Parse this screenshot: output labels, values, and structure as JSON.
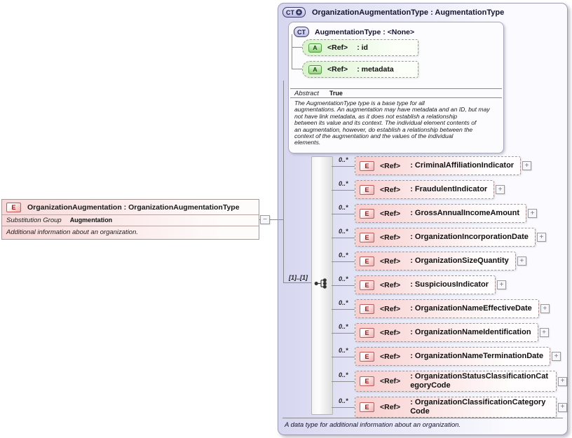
{
  "icons": {
    "collapse": "−",
    "expand": "+"
  },
  "colors": {
    "panel_lavender": "#d6d7f0",
    "element_pink": "#f8cece",
    "attribute_green": "#d9f2cd",
    "badge_red": "#a40f0f",
    "badge_green": "#0e4a08",
    "badge_navy": "#1c1c46",
    "connector_gray": "#8b8b8b"
  },
  "left_element": {
    "badge": "E",
    "title": "OrganizationAugmentation : OrganizationAugmentationType",
    "substitution_group_label": "Substitution Group",
    "substitution_group_value": "Augmentation",
    "description": "Additional information about an organization."
  },
  "type_panel": {
    "badge": "CT",
    "title": "OrganizationAugmentationType : AugmentationType",
    "base_type_panel": {
      "badge": "CT",
      "title": "AugmentationType : <None>",
      "attributes": [
        {
          "badge": "A",
          "ref_label": "<Ref>",
          "name": ": id"
        },
        {
          "badge": "A",
          "ref_label": "<Ref>",
          "name": ": metadata"
        }
      ],
      "abstract_label": "Abstract",
      "abstract_value": "True",
      "documentation": "The AugmentationType type is a base type for all\naugmentations. An augmentation may have metadata and an ID, but may\nnot have link metadata, as it does not establish a relationship\nbetween its value and its context. The individual element contents of\nan augmentation, however, do establish a relationship between the\ncontext of the augmentation and the values of the individual\nelements."
    },
    "sequence": {
      "cardinality_label": "[1]..[1]",
      "elements": [
        {
          "cardinality": "0..*",
          "badge": "E",
          "ref_label": "<Ref>",
          "name": ": CriminalAffiliationIndicator"
        },
        {
          "cardinality": "0..*",
          "badge": "E",
          "ref_label": "<Ref>",
          "name": ": FraudulentIndicator"
        },
        {
          "cardinality": "0..*",
          "badge": "E",
          "ref_label": "<Ref>",
          "name": ": GrossAnnualIncomeAmount"
        },
        {
          "cardinality": "0..*",
          "badge": "E",
          "ref_label": "<Ref>",
          "name": ": OrganizationIncorporationDate"
        },
        {
          "cardinality": "0..*",
          "badge": "E",
          "ref_label": "<Ref>",
          "name": ": OrganizationSizeQuantity"
        },
        {
          "cardinality": "0..*",
          "badge": "E",
          "ref_label": "<Ref>",
          "name": ": SuspiciousIndicator"
        },
        {
          "cardinality": "0..*",
          "badge": "E",
          "ref_label": "<Ref>",
          "name": ": OrganizationNameEffectiveDate"
        },
        {
          "cardinality": "0..*",
          "badge": "E",
          "ref_label": "<Ref>",
          "name": ": OrganizationNameIdentification"
        },
        {
          "cardinality": "0..*",
          "badge": "E",
          "ref_label": "<Ref>",
          "name": ": OrganizationNameTerminationDate"
        },
        {
          "cardinality": "0..*",
          "badge": "E",
          "ref_label": "<Ref>",
          "name": ": OrganizationStatusClassificationCategoryCode"
        },
        {
          "cardinality": "0..*",
          "badge": "E",
          "ref_label": "<Ref>",
          "name": ": OrganizationClassificationCategoryCode"
        }
      ]
    },
    "footer_documentation": "A data type for additional information about an organization."
  }
}
